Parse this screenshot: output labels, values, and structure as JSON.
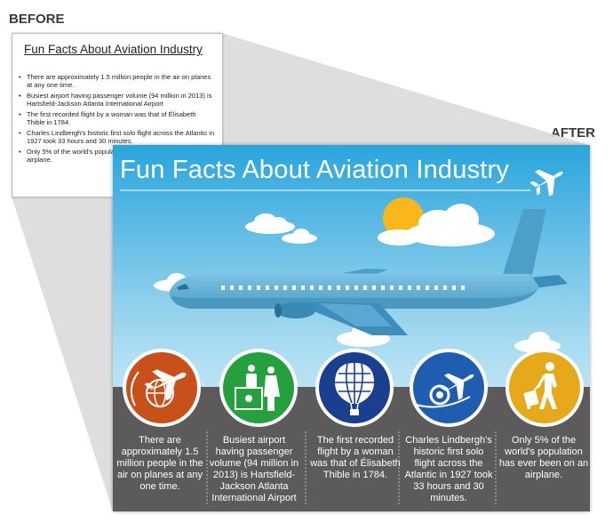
{
  "labels": {
    "before": "BEFORE",
    "after": "AFTER"
  },
  "before_slide": {
    "title": "Fun Facts About Aviation Industry",
    "bullets": [
      "There are approximately 1.5 million people in the air on planes at any one time.",
      "Busiest airport having passenger volume (94 million in 2013) is Hartsfield-Jackson Atlanta International Airport",
      "The first recorded flight by a woman was that of Élisabeth Thible in 1784.",
      "Charles Lindbergh's historic first solo flight across the Atlantic in 1927 took 33 hours and 30 minutes.",
      "Only 5% of the world's population has ever been on an airplane."
    ]
  },
  "after_slide": {
    "title": "Fun Facts About Aviation Industry",
    "facts": [
      {
        "text": "There are approximately 1.5 million people in the air on planes at any one time.",
        "icon": "globe-airplane-icon",
        "color": "#c8501a"
      },
      {
        "text": "Busiest airport having passenger volume (94 million in 2013) is Hartsfield-Jackson Atlanta International Airport",
        "icon": "airport-checkin-icon",
        "color": "#25a03e"
      },
      {
        "text": "The first recorded flight by a woman was that of Élisabeth Thible in 1784.",
        "icon": "hot-air-balloon-icon",
        "color": "#1b3f8f"
      },
      {
        "text": "Charles Lindbergh's historic first solo flight across the Atlantic in 1927 took 33 hours and 30 minutes.",
        "icon": "propeller-plane-icon",
        "color": "#1f5db0"
      },
      {
        "text": "Only 5% of the world's population has ever been on an airplane.",
        "icon": "traveler-luggage-icon",
        "color": "#e7a91c"
      }
    ]
  },
  "colors": {
    "sky_top": "#2aa5dc",
    "sky_bottom": "#e9f6fb",
    "ground": "#5c5a5b",
    "airplane_body": "#5dafd6",
    "sun": "#f8b81c"
  }
}
